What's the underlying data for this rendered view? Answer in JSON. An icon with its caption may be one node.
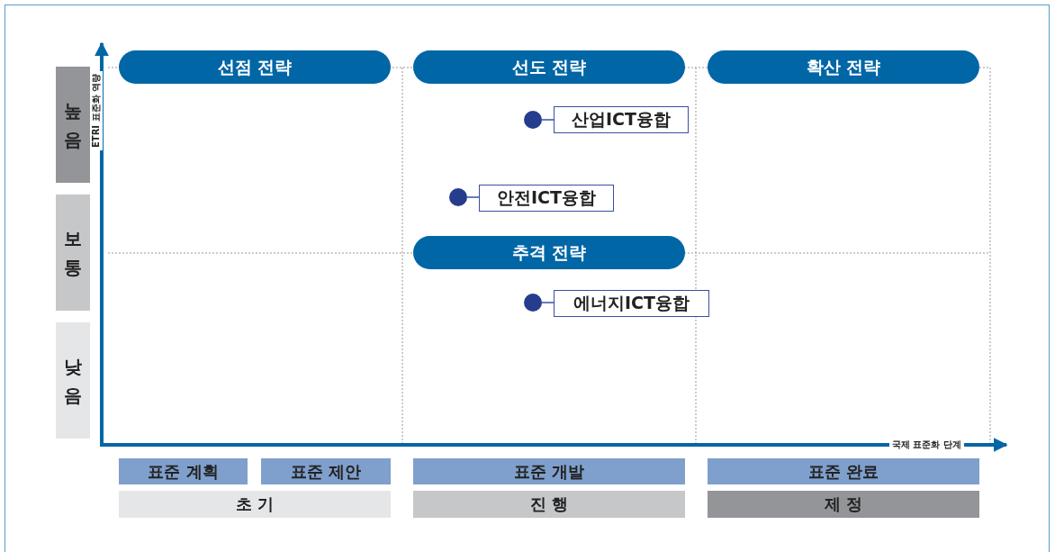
{
  "diagram": {
    "nodes": [
      {
        "text": [
          "높음"
        ]
      },
      {
        "text": [
          "보통"
        ]
      },
      {
        "text": [
          "낮음"
        ]
      },
      {
        "text": [
          "선점 전략"
        ]
      },
      {
        "text": [
          "선도 전략"
        ]
      },
      {
        "text": [
          "확산 전략"
        ]
      },
      {
        "text": [
          "산업ICT융합"
        ]
      },
      {
        "text": [
          "안전ICT융합"
        ]
      },
      {
        "text": [
          "추격 전략"
        ]
      },
      {
        "text": [
          "에너지ICT융합"
        ]
      },
      {
        "text": [],
        "shape": "circle"
      },
      {
        "text": [],
        "shape": "circle"
      },
      {
        "text": [],
        "shape": "circle"
      },
      {
        "text": [
          "표준 계획"
        ]
      },
      {
        "text": [
          "표준 제안"
        ]
      },
      {
        "text": [
          "표준 개발"
        ]
      },
      {
        "text": [
          "표준 완료"
        ]
      },
      {
        "text": [
          "초 기"
        ]
      },
      {
        "text": [
          "진 행"
        ]
      },
      {
        "text": [
          "제 정"
        ]
      }
    ],
    "edges": [
      {
        "from": 10,
        "to": 6,
        "arrow": "none"
      },
      {
        "from": 11,
        "to": 7,
        "arrow": "none"
      },
      {
        "from": 12,
        "to": 9,
        "arrow": "none"
      }
    ],
    "labels": [
      "ETRI 표준화 역량",
      "국제 표준화 단계"
    ]
  }
}
